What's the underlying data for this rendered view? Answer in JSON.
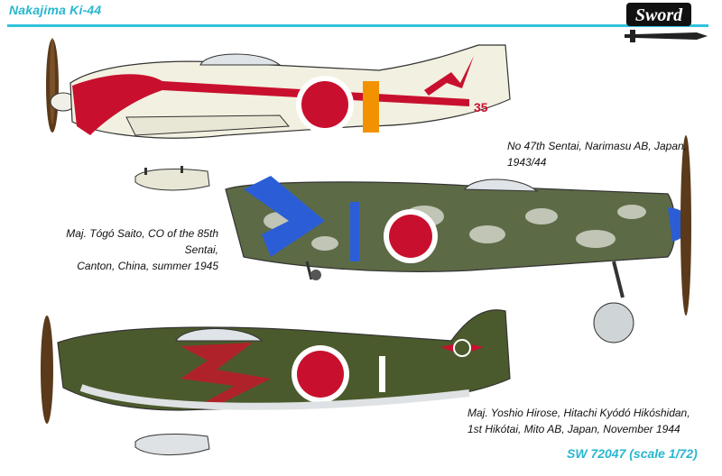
{
  "header": {
    "title": "Nakajima Ki-44",
    "logo_text": "Sword"
  },
  "profiles": [
    {
      "caption": [
        "No 47th Sentai, Narimasu AB, Japan, 1943/44"
      ],
      "tail_number": "35"
    },
    {
      "caption": [
        "Maj. Tógó Saito, CO of the 85th Sentai,",
        "Canton, China, summer 1945"
      ]
    },
    {
      "caption": [
        "Maj. Yoshio Hirose, Hitachi Kyódó Hikóshidan,",
        "1st Hikótai, Mito AB, Japan, November 1944"
      ]
    }
  ],
  "footer": {
    "kit": "SW 72047 (scale 1/72)"
  },
  "colors": {
    "accent": "#2fc3dc",
    "hinomaru": "#d0102b",
    "olive": "#4b5a2c",
    "white_base": "#f2f0e0"
  }
}
